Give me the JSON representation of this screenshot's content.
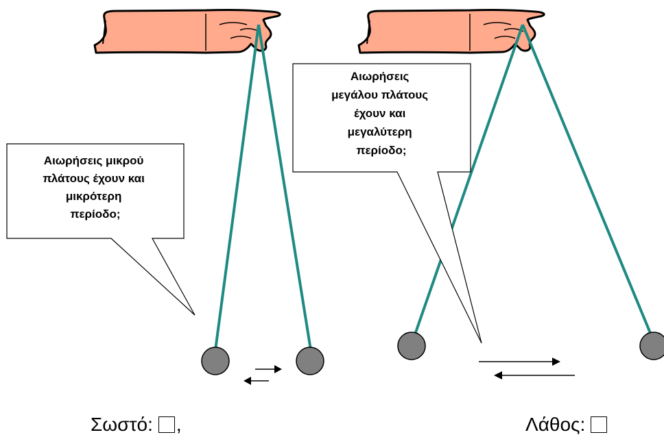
{
  "colors": {
    "string": "#1e8a82",
    "bob_fill": "#808080",
    "hand_skin": "#ffaa8c",
    "hand_outline": "#000000"
  },
  "left_panel": {
    "callout_lines": [
      "Αιωρήσεις μικρού",
      "πλάτους έχουν και",
      "μικρότερη",
      "περίοδο;"
    ]
  },
  "right_panel": {
    "callout_lines": [
      "Αιωρήσεις",
      "μεγάλου πλάτους",
      "έχουν και",
      "μεγαλύτερη",
      "περίοδο;"
    ]
  },
  "answers": {
    "correct_label": "Σωστό:",
    "correct_suffix": ",",
    "wrong_label": "Λάθος:"
  }
}
